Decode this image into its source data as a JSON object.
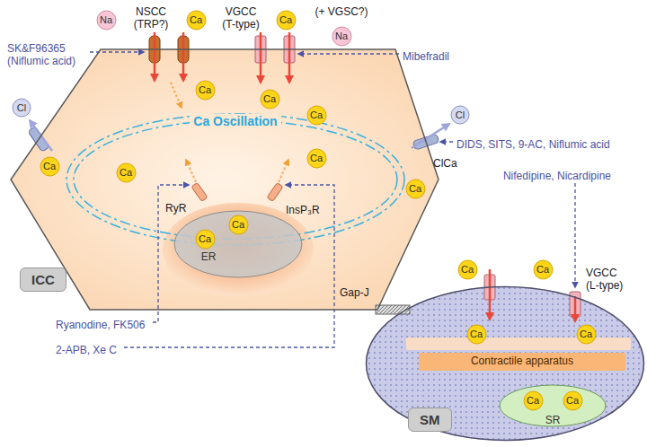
{
  "diagram": {
    "nodes": [
      {
        "text": [
          "Na"
        ]
      },
      {
        "text": [
          "Ca"
        ]
      },
      {
        "text": [
          "Ca"
        ]
      },
      {
        "text": [
          "Na"
        ]
      },
      {
        "text": [
          "ICC"
        ]
      },
      {
        "text": [
          "Ca"
        ],
        "in": 4
      },
      {
        "text": [
          "Ca"
        ],
        "in": 4
      },
      {
        "text": [
          "Ca"
        ],
        "in": 4
      },
      {
        "text": [
          "Ca"
        ],
        "in": 4
      },
      {
        "text": [
          "Ca"
        ],
        "in": 4
      },
      {
        "text": [
          "Ca"
        ],
        "in": 4
      },
      {
        "text": [
          "Ca"
        ],
        "in": 4
      },
      {
        "text": [
          "ER"
        ],
        "in": 4
      },
      {
        "text": [
          "Ca"
        ],
        "in": 12
      },
      {
        "text": [
          "Ca"
        ],
        "in": 12
      },
      {
        "text": [
          "Cl"
        ]
      },
      {
        "text": [
          "Cl"
        ]
      },
      {
        "text": [
          "Ca"
        ]
      },
      {
        "text": [
          "Ca"
        ]
      },
      {
        "text": [
          "SM"
        ]
      },
      {
        "text": [
          "Contractile apparatus"
        ],
        "in": 19
      },
      {
        "text": [
          "Ca"
        ],
        "in": 19
      },
      {
        "text": [
          "Ca"
        ],
        "in": 19
      },
      {
        "text": [
          "SR"
        ],
        "in": 19
      },
      {
        "text": [
          "Ca"
        ],
        "in": 23
      },
      {
        "text": [
          "Ca"
        ],
        "in": 23
      }
    ],
    "labels": [
      "NSCC",
      "(TRP?)",
      "VGCC",
      "(T-type)",
      "(+ VGSC?)",
      "SK&F96365",
      "(Niflumic acid)",
      "Mibefradil",
      "ClCa",
      "DIDS, SITS, 9-AC, Niflumic acid",
      "Nifedipine, Nicardipine",
      "VGCC",
      "(L-type)",
      "Ca Oscillation",
      "RyR",
      "InsP₃R",
      "Gap-J",
      "Ryanodine, FK506",
      "2-APB, Xe C"
    ]
  }
}
